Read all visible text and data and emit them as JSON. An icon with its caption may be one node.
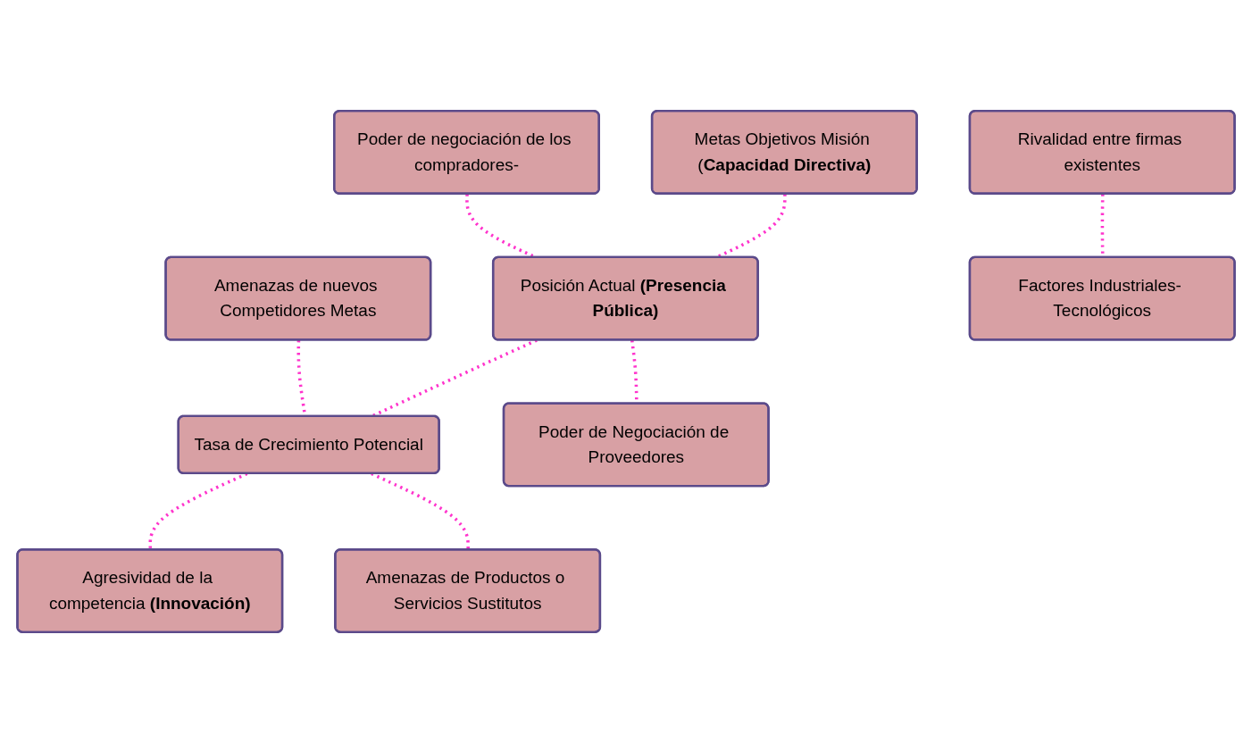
{
  "diagram": {
    "nodes": [
      {
        "text": [
          "Rivalidad entre firmas existentes"
        ]
      },
      {
        "text": [
          "Poder de negociación de los compradores-"
        ]
      },
      {
        "text": [
          "Amenazas de nuevos Competidores Metas"
        ]
      },
      {
        "text": [
          "Metas Objetivos Misión (**Capacidad Directiva)**"
        ]
      },
      {
        "text": [
          "Posición Actual **(Presencia Pública)**"
        ]
      },
      {
        "text": [
          "Tasa de Crecimiento Potencial"
        ]
      },
      {
        "text": [
          "Agresividad de la competencia **(Innovación)**"
        ]
      },
      {
        "text": [
          "Poder de Negociación de Proveedores"
        ]
      },
      {
        "text": [
          "Amenazas de Productos o Servicios Sustitutos"
        ]
      },
      {
        "text": [
          "Factores Industriales- Tecnológicos"
        ]
      }
    ],
    "edges": [
      {
        "from": 0,
        "to": 9,
        "arrow": "none",
        "style": "dashed"
      },
      {
        "from": 1,
        "to": 4,
        "arrow": "none",
        "style": "dashed"
      },
      {
        "from": 2,
        "to": 5,
        "arrow": "none",
        "style": "dashed"
      },
      {
        "from": 3,
        "to": 4,
        "arrow": "none",
        "style": "dashed"
      },
      {
        "from": 4,
        "to": 5,
        "arrow": "none",
        "style": "dashed"
      },
      {
        "from": 5,
        "to": 6,
        "arrow": "none",
        "style": "dashed"
      },
      {
        "from": 4,
        "to": 7,
        "arrow": "none",
        "style": "dashed"
      },
      {
        "from": 5,
        "to": 8,
        "arrow": "none",
        "style": "dashed"
      }
    ]
  }
}
